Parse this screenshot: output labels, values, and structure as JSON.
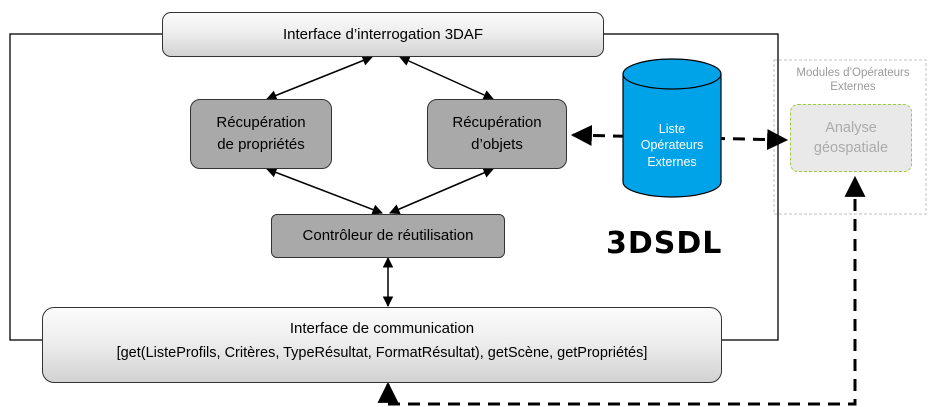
{
  "interface_interrogation": "Interface d’interrogation 3DAF",
  "recuperation_proprietes": [
    "Récupération",
    "de propriétés"
  ],
  "recuperation_objets": [
    "Récupération",
    "d’objets"
  ],
  "controleur": "Contrôleur de réutilisation",
  "interface_communication": {
    "title": "Interface de communication",
    "signature": "[get(ListeProfils, Critères, TypeRésultat, FormatRésultat), getScène, getPropriétés]"
  },
  "database": [
    "Liste",
    "Opérateurs",
    "Externes"
  ],
  "system_label": "3DSDL",
  "modules_externes": {
    "title": [
      "Modules d’Opérateurs",
      "Externes"
    ],
    "analyse": [
      "Analyse",
      "géospatiale"
    ]
  },
  "colors": {
    "database_fill": "#00a2e8",
    "dark_box": "#a9a9a9",
    "analyse_border": "#9ccc3c",
    "external_frame": "#cccccc"
  }
}
